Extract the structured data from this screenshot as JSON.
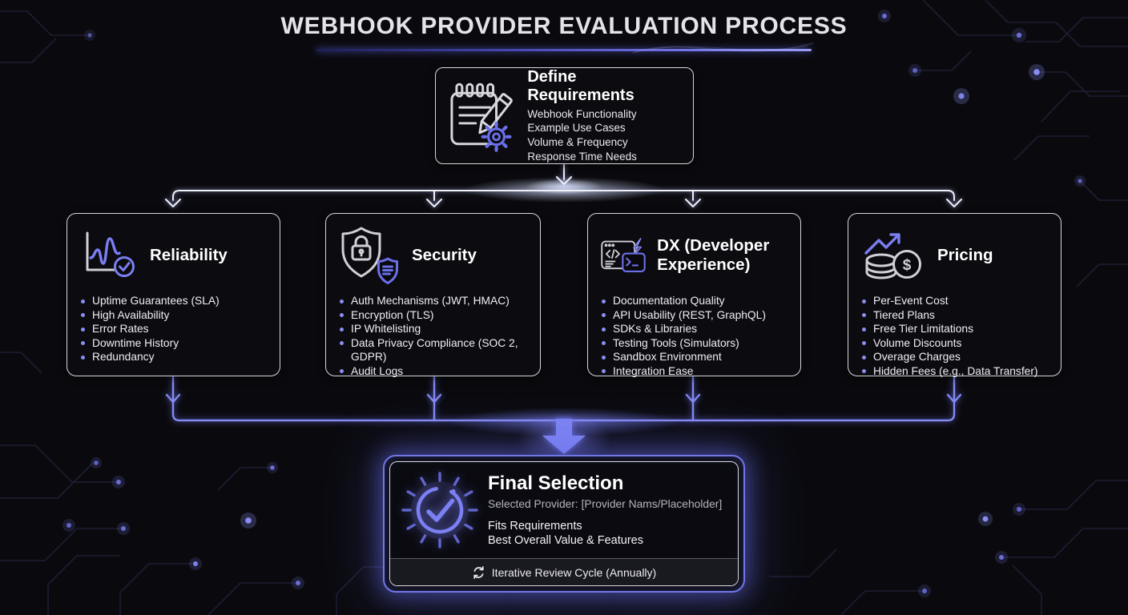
{
  "title": "WEBHOOK PROVIDER EVALUATION PROCESS",
  "define": {
    "title": "Define Requirements",
    "items": [
      "Webhook Functionality",
      "Example Use Cases",
      "Volume & Frequency",
      "Response Time Needs"
    ]
  },
  "criteria": [
    {
      "title": "Reliability",
      "icon": "pulse-check-icon",
      "items": [
        "Uptime Guarantees (SLA)",
        "High Availability",
        "Error Rates",
        "Downtime History",
        "Redundancy"
      ]
    },
    {
      "title": "Security",
      "icon": "shield-lock-icon",
      "items": [
        "Auth Mechanisms (JWT, HMAC)",
        "Encryption (TLS)",
        "IP Whitelisting",
        "Data Privacy Compliance (SOC 2, GDPR)",
        "Audit Logs"
      ]
    },
    {
      "title": "DX (Developer Experience)",
      "icon": "code-terminal-icon",
      "items": [
        "Documentation Quality",
        "API Usability (REST, GraphQL)",
        "SDKs & Libraries",
        "Testing Tools (Simulators)",
        "Sandbox Environment",
        "Integration Ease"
      ]
    },
    {
      "title": "Pricing",
      "icon": "coins-growth-icon",
      "items": [
        "Per-Event Cost",
        "Tiered Plans",
        "Free Tier Limitations",
        "Volume Discounts",
        "Overage Charges",
        "Hidden Fees (e.g., Data Transfer)"
      ]
    }
  ],
  "final": {
    "title": "Final Selection",
    "subtitle": "Selected Provider: [Provider Nams/Placeholder]",
    "points": [
      "Fits Requirements",
      "Best Overall Value & Features"
    ],
    "footer_label": "Iterative Review Cycle (Annually)"
  },
  "colors": {
    "background": "#0a0a0e",
    "box_border": "#d6d6dc",
    "bullet": "#8b8ff2",
    "accent": "#7b80f0",
    "muted_text": "#b4b4bd"
  }
}
